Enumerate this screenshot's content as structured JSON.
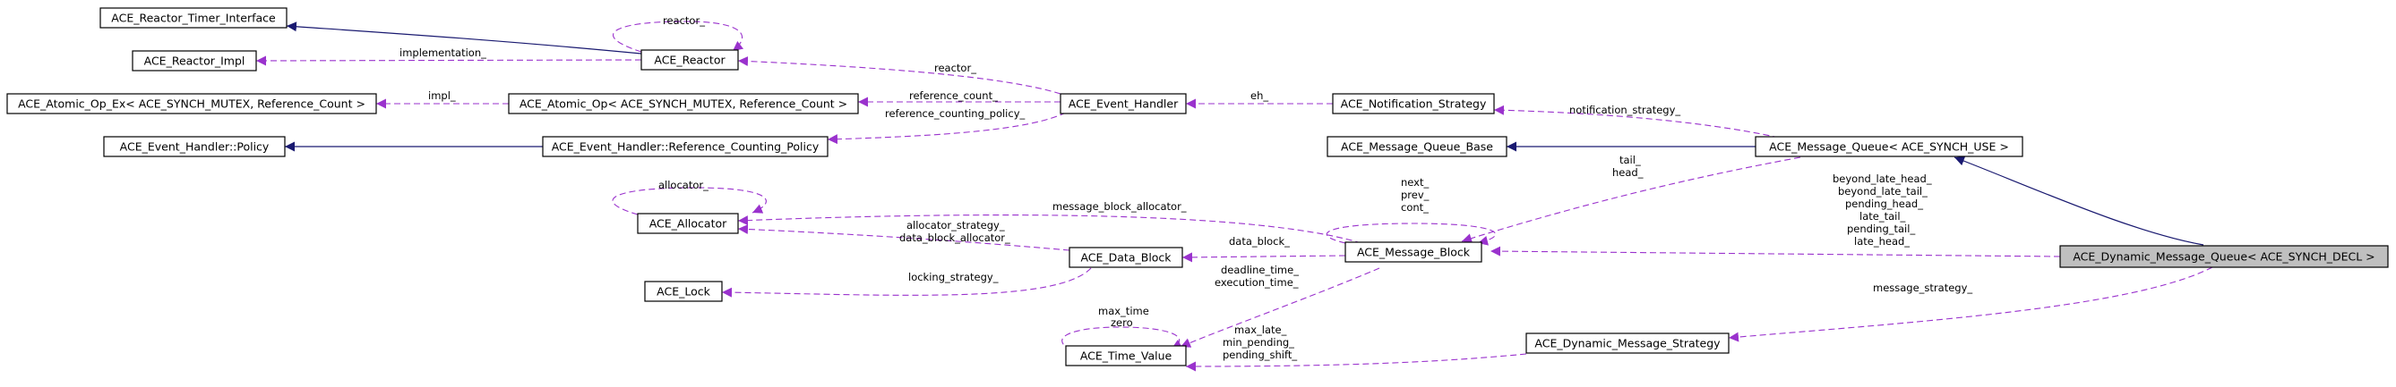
{
  "nodes": {
    "timer_interface": "ACE_Reactor_Timer_Interface",
    "reactor_impl": "ACE_Reactor_Impl",
    "reactor": "ACE_Reactor",
    "atomic_op_ex": "ACE_Atomic_Op_Ex< ACE_SYNCH_MUTEX, Reference_Count >",
    "atomic_op": "ACE_Atomic_Op< ACE_SYNCH_MUTEX, Reference_Count >",
    "event_handler": "ACE_Event_Handler",
    "notification_strategy": "ACE_Notification_Strategy",
    "eh_policy": "ACE_Event_Handler::Policy",
    "ref_counting_policy": "ACE_Event_Handler::Reference_Counting_Policy",
    "mq_base": "ACE_Message_Queue_Base",
    "message_queue": "ACE_Message_Queue< ACE_SYNCH_USE >",
    "allocator": "ACE_Allocator",
    "data_block": "ACE_Data_Block",
    "message_block": "ACE_Message_Block",
    "lock": "ACE_Lock",
    "dynamic_mq": "ACE_Dynamic_Message_Queue< ACE_SYNCH_DECL >",
    "time_value": "ACE_Time_Value",
    "dynamic_strategy": "ACE_Dynamic_Message_Strategy"
  },
  "edge_labels": {
    "reactor_self": "reactor_",
    "implementation": "implementation_",
    "reactor_eh": "reactor_",
    "impl": "impl_",
    "reference_count": "reference_count_",
    "reference_counting_policy": "reference_counting_policy_",
    "eh": "eh_",
    "notification_strategy": "notification_strategy_",
    "allocator_self": "allocator_",
    "message_block_allocator": "message_block_allocator_",
    "allocator_strategy": "allocator_strategy_",
    "data_block_allocator": "data_block_allocator_",
    "data_block": "data_block_",
    "locking_strategy": "locking_strategy_",
    "mb_self_1": "next_",
    "mb_self_2": "prev_",
    "mb_self_3": "cont_",
    "tail": "tail_",
    "head": "head_",
    "dmq_mb_1": "beyond_late_head_",
    "dmq_mb_2": "beyond_late_tail_",
    "dmq_mb_3": "pending_head_",
    "dmq_mb_4": "late_tail_",
    "dmq_mb_5": "pending_tail_",
    "dmq_mb_6": "late_head_",
    "deadline_time": "deadline_time_",
    "execution_time": "execution_time_",
    "tv_self_1": "max_time",
    "tv_self_2": "zero",
    "message_strategy": "message_strategy_",
    "strategy_tv_1": "max_late_",
    "strategy_tv_2": "min_pending_",
    "strategy_tv_3": "pending_shift_"
  },
  "colors": {
    "inheritance_edge": "#191970",
    "usage_edge": "#9a32cd",
    "focus_node_fill": "#bfbfbf"
  }
}
